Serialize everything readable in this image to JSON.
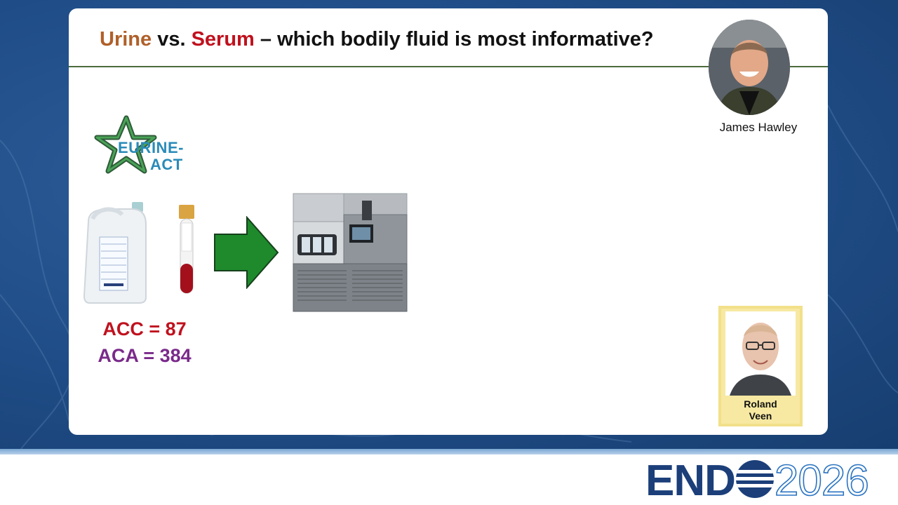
{
  "slide": {
    "title_urine": "Urine",
    "title_vs": " vs. ",
    "title_serum": "Serum",
    "title_rest": " – which bodily fluid is most informative?"
  },
  "speaker": {
    "name": "James Hawley"
  },
  "logo": {
    "line1": "EURINE-",
    "line2": "ACT"
  },
  "stats": {
    "acc": "ACC = 87",
    "aca": "ACA = 384"
  },
  "chair": {
    "first": "Roland",
    "last": "Veen"
  },
  "footer_logo": {
    "brand": "END",
    "year": "2026"
  },
  "colors": {
    "urine": "#b0602a",
    "serum": "#c0111e",
    "acc": "#c0111e",
    "aca": "#7a2a8a",
    "arrow": "#1e8a2c",
    "brand_blue": "#1c3f7a"
  },
  "icons": [
    "urine-container-icon",
    "blood-tube-icon",
    "right-arrow-icon",
    "mass-spectrometer-icon",
    "star-logo-icon",
    "globe-icon"
  ]
}
